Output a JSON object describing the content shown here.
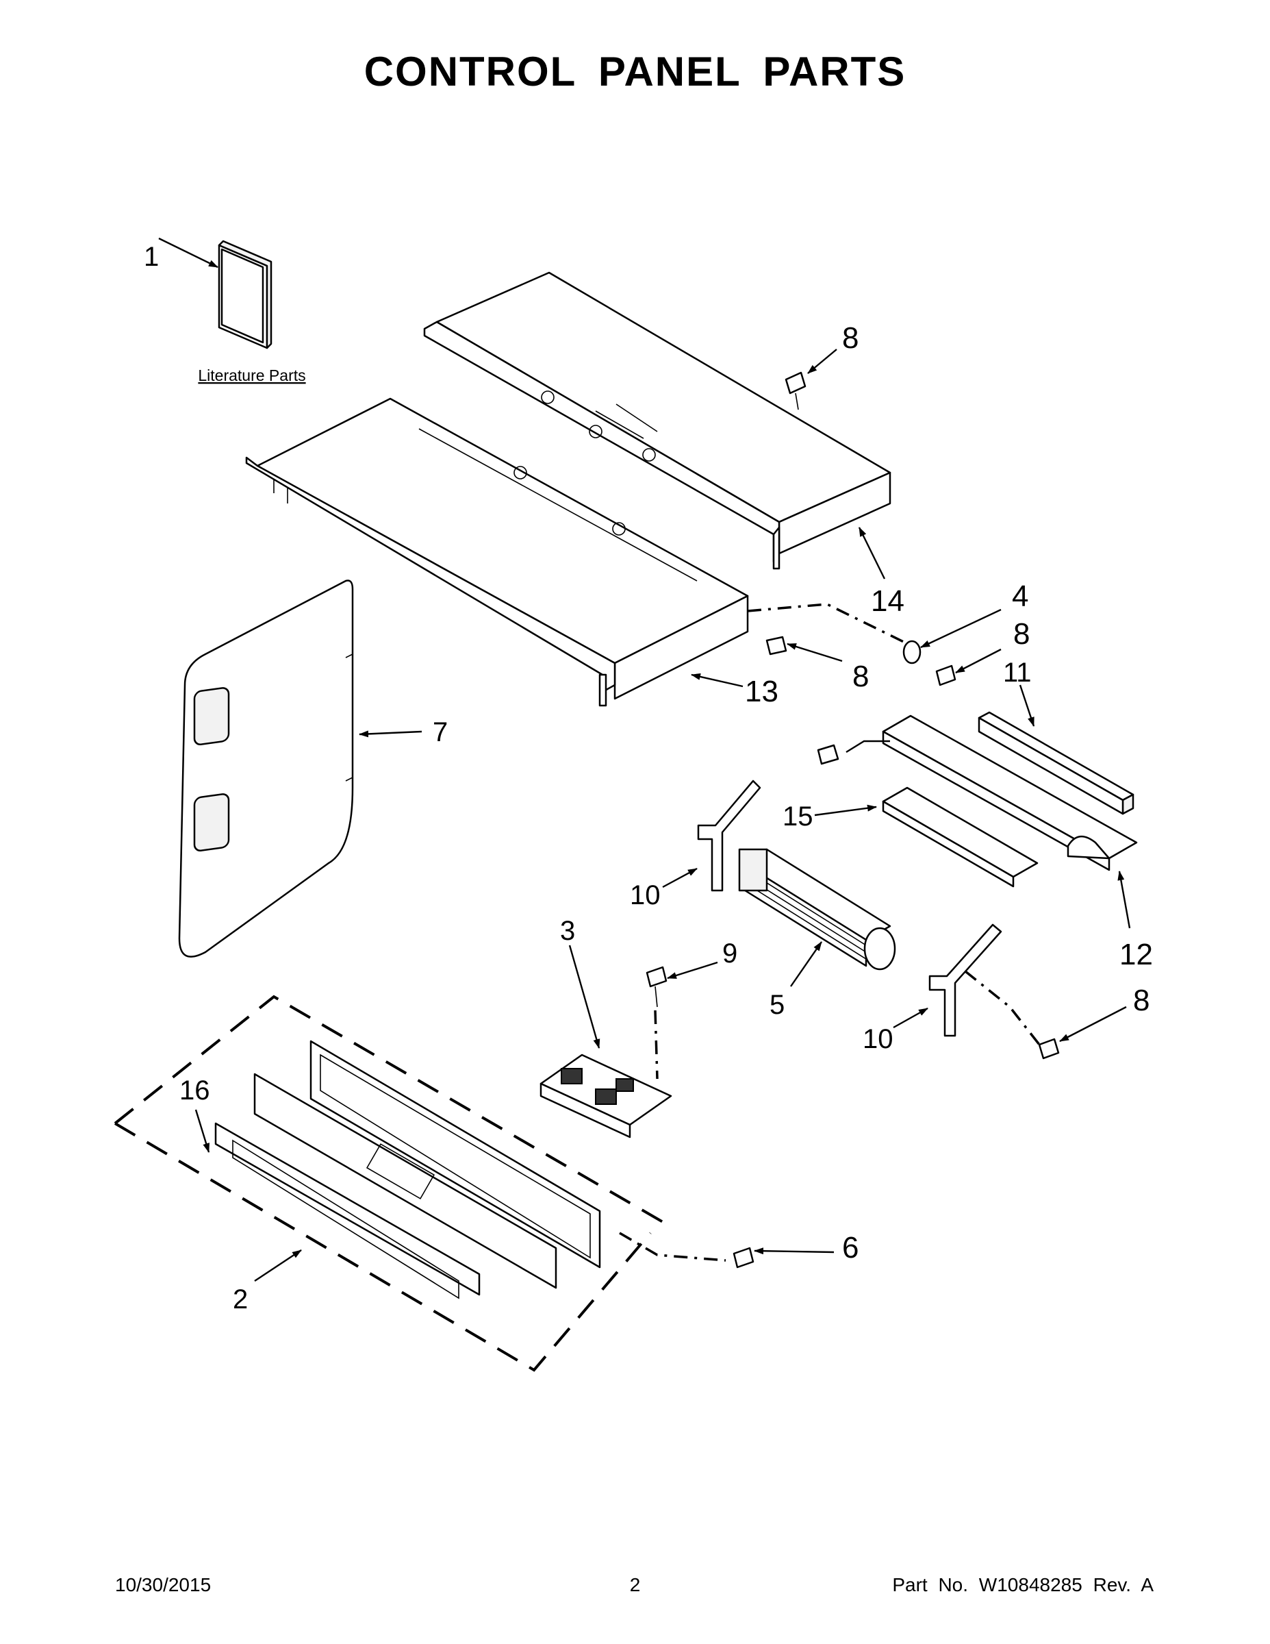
{
  "page": {
    "title": "CONTROL PANEL PARTS",
    "literature_label": "Literature Parts"
  },
  "callouts": [
    {
      "id": "c1",
      "label": "1"
    },
    {
      "id": "c8a",
      "label": "8"
    },
    {
      "id": "c14",
      "label": "14"
    },
    {
      "id": "c4",
      "label": "4"
    },
    {
      "id": "c8b",
      "label": "8"
    },
    {
      "id": "c11",
      "label": "11"
    },
    {
      "id": "c13",
      "label": "13"
    },
    {
      "id": "c8c",
      "label": "8"
    },
    {
      "id": "c7",
      "label": "7"
    },
    {
      "id": "c15",
      "label": "15"
    },
    {
      "id": "c10a",
      "label": "10"
    },
    {
      "id": "c3",
      "label": "3"
    },
    {
      "id": "c9",
      "label": "9"
    },
    {
      "id": "c5",
      "label": "5"
    },
    {
      "id": "c12",
      "label": "12"
    },
    {
      "id": "c8d",
      "label": "8"
    },
    {
      "id": "c10b",
      "label": "10"
    },
    {
      "id": "c16",
      "label": "16"
    },
    {
      "id": "c6",
      "label": "6"
    },
    {
      "id": "c2",
      "label": "2"
    }
  ],
  "footer": {
    "date": "10/30/2015",
    "page_number": "2",
    "part_number": "Part No.  W10848285  Rev.  A"
  }
}
